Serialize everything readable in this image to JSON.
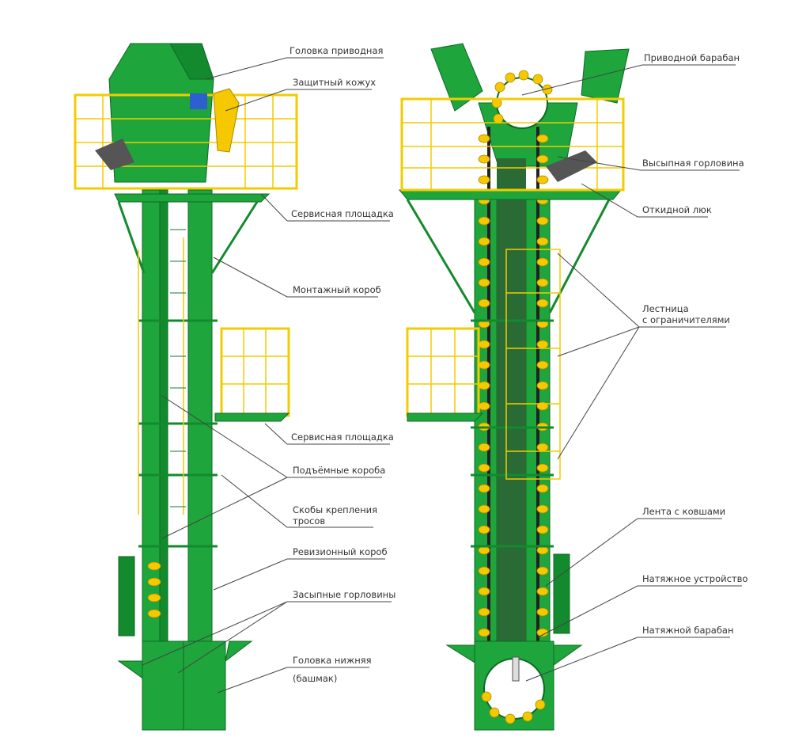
{
  "left_labels": {
    "drive_head": "Головка приводная",
    "guard": "Защитный кожух",
    "service_platform_top": "Сервисная площадка",
    "mounting_box": "Монтажный короб",
    "service_platform_mid": "Сервисная площадка",
    "lifting_boxes": "Подъёмные короба",
    "cable_brackets_1": "Скобы крепления",
    "cable_brackets_2": "тросов",
    "inspection_box": "Ревизионный короб",
    "inlet_hoppers": "Засыпные горловины",
    "boot_1": "Головка нижняя",
    "boot_2": "(башмак)"
  },
  "right_labels": {
    "drive_pulley": "Приводной барабан",
    "discharge_spout": "Высыпная горловина",
    "hinged_hatch": "Откидной люк",
    "ladder_1": "Лестница",
    "ladder_2": "с ограничителями",
    "bucket_belt": "Лента с ковшами",
    "tensioner": "Натяжное устройство",
    "tail_pulley": "Натяжной барабан"
  },
  "colors": {
    "body": "#1ea53c",
    "rail": "#f2cc00"
  }
}
